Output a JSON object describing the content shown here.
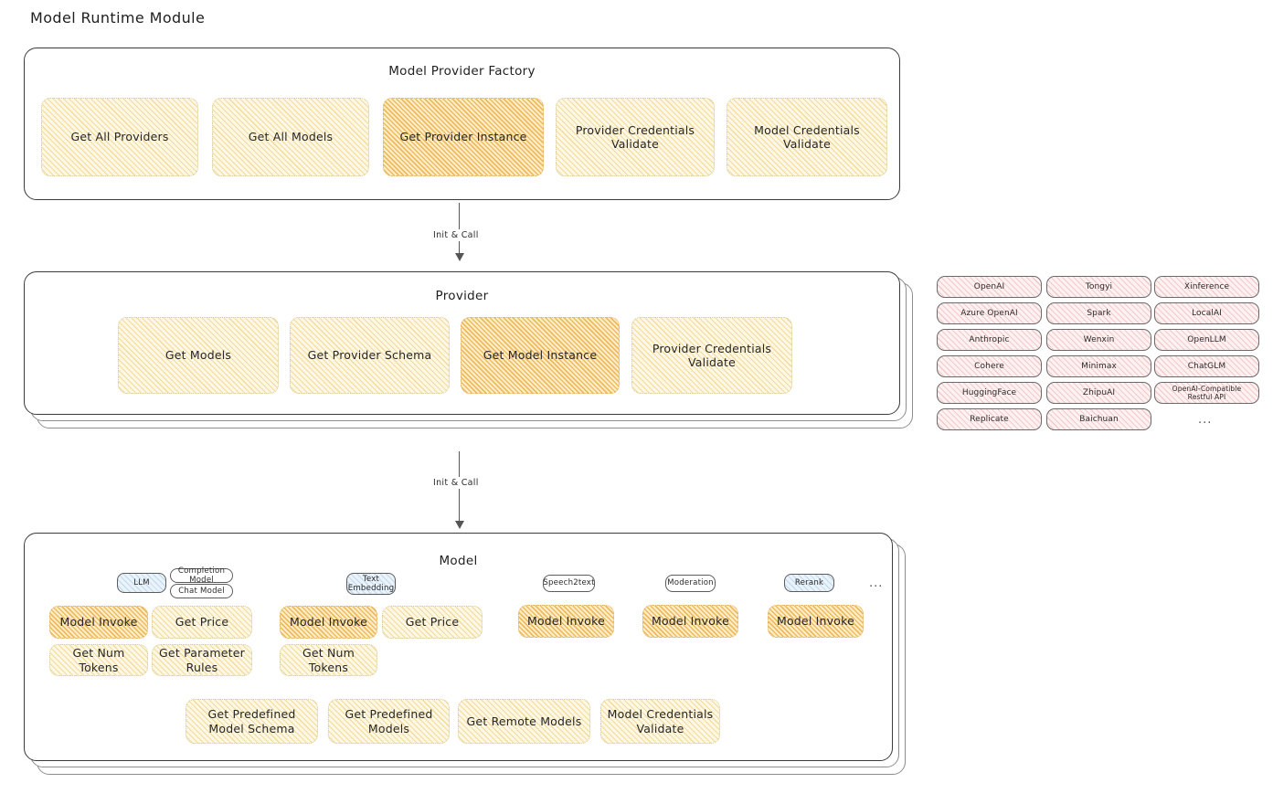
{
  "page": {
    "title": "Model Runtime Module"
  },
  "colors": {
    "highlight_fill": "#eeb858",
    "node_fill": "#fdf8e6",
    "provider_chip_fill": "#fdf1f1",
    "tag_blue_fill": "#eaf2fa",
    "stroke": "#3b3b3b"
  },
  "factory": {
    "title": "Model Provider Factory",
    "nodes": [
      {
        "label": "Get All Providers",
        "highlighted": false
      },
      {
        "label": "Get All Models",
        "highlighted": false
      },
      {
        "label": "Get Provider Instance",
        "highlighted": true
      },
      {
        "label": "Provider Credentials Validate",
        "highlighted": false
      },
      {
        "label": "Model Credentials Validate",
        "highlighted": false
      }
    ]
  },
  "arrows": [
    {
      "label": "Init & Call"
    },
    {
      "label": "Init & Call"
    }
  ],
  "provider": {
    "title": "Provider",
    "nodes": [
      {
        "label": "Get Models",
        "highlighted": false
      },
      {
        "label": "Get Provider Schema",
        "highlighted": false
      },
      {
        "label": "Get Model Instance",
        "highlighted": true
      },
      {
        "label": "Provider Credentials Validate",
        "highlighted": false
      }
    ]
  },
  "provider_list": {
    "columns": [
      [
        "OpenAI",
        "Azure OpenAI",
        "Anthropic",
        "Cohere",
        "HuggingFace",
        "Replicate"
      ],
      [
        "Tongyi",
        "Spark",
        "Wenxin",
        "Minimax",
        "ZhipuAI",
        "Baichuan"
      ],
      [
        "Xinference",
        "LocalAI",
        "OpenLLM",
        "ChatGLM",
        "OpenAI-Compatible Restful API"
      ]
    ],
    "more": "..."
  },
  "model": {
    "title": "Model",
    "more": "...",
    "types": [
      {
        "tag": "LLM",
        "tag_style": "blue",
        "subtags": [
          "Completion Model",
          "Chat Model"
        ],
        "nodes": [
          {
            "label": "Model Invoke",
            "highlighted": true
          },
          {
            "label": "Get Price",
            "highlighted": false
          },
          {
            "label": "Get Num Tokens",
            "highlighted": false
          },
          {
            "label": "Get Parameter Rules",
            "highlighted": false
          }
        ]
      },
      {
        "tag": "Text Embedding",
        "tag_style": "blue",
        "subtags": [],
        "nodes": [
          {
            "label": "Model Invoke",
            "highlighted": true
          },
          {
            "label": "Get Price",
            "highlighted": false
          },
          {
            "label": "Get Num Tokens",
            "highlighted": false
          }
        ]
      },
      {
        "tag": "Speech2text",
        "tag_style": "plain",
        "subtags": [],
        "nodes": [
          {
            "label": "Model Invoke",
            "highlighted": true
          }
        ]
      },
      {
        "tag": "Moderation",
        "tag_style": "plain",
        "subtags": [],
        "nodes": [
          {
            "label": "Model Invoke",
            "highlighted": true
          }
        ]
      },
      {
        "tag": "Rerank",
        "tag_style": "blue",
        "subtags": [],
        "nodes": [
          {
            "label": "Model Invoke",
            "highlighted": true
          }
        ]
      }
    ],
    "shared_nodes": [
      {
        "label": "Get Predefined Model Schema"
      },
      {
        "label": "Get Predefined Models"
      },
      {
        "label": "Get Remote Models"
      },
      {
        "label": "Model Credentials Validate"
      }
    ]
  }
}
